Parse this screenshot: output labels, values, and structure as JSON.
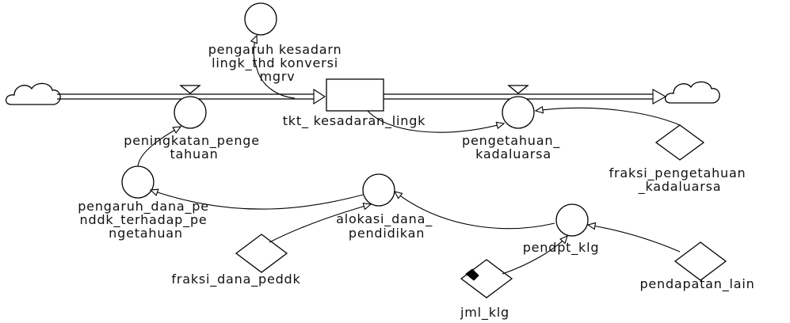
{
  "stock": {
    "label": "tkt_ kesadaran_lingk"
  },
  "flows": {
    "inflow": {
      "label": [
        "peningkatan_penge",
        "tahuan"
      ]
    },
    "outflow": {
      "label": [
        "pengetahuan_",
        "kadaluarsa"
      ]
    }
  },
  "auxiliaries": {
    "pengaruh_kesadaran": {
      "label": [
        "pengaruh kesadarn",
        "lingk_thd konversi",
        "mgrv"
      ]
    },
    "pengaruh_dana": {
      "label": [
        "pengaruh_dana_pe",
        "nddk_terhadap_pe",
        "ngetahuan"
      ]
    },
    "alokasi_dana": {
      "label": [
        "alokasi_dana_",
        "pendidikan"
      ]
    },
    "pendpt_klg": {
      "label": [
        "pendpt_klg"
      ]
    }
  },
  "constants": {
    "fraksi_pengetahuan": {
      "label": [
        "fraksi_pengetahuan",
        "_kadaluarsa"
      ]
    },
    "fraksi_dana": {
      "label": [
        "fraksi_dana_peddk"
      ]
    },
    "pendapatan_lain": {
      "label": [
        "pendapatan_lain"
      ]
    },
    "jml_klg": {
      "label": [
        "jml_klg"
      ]
    }
  }
}
